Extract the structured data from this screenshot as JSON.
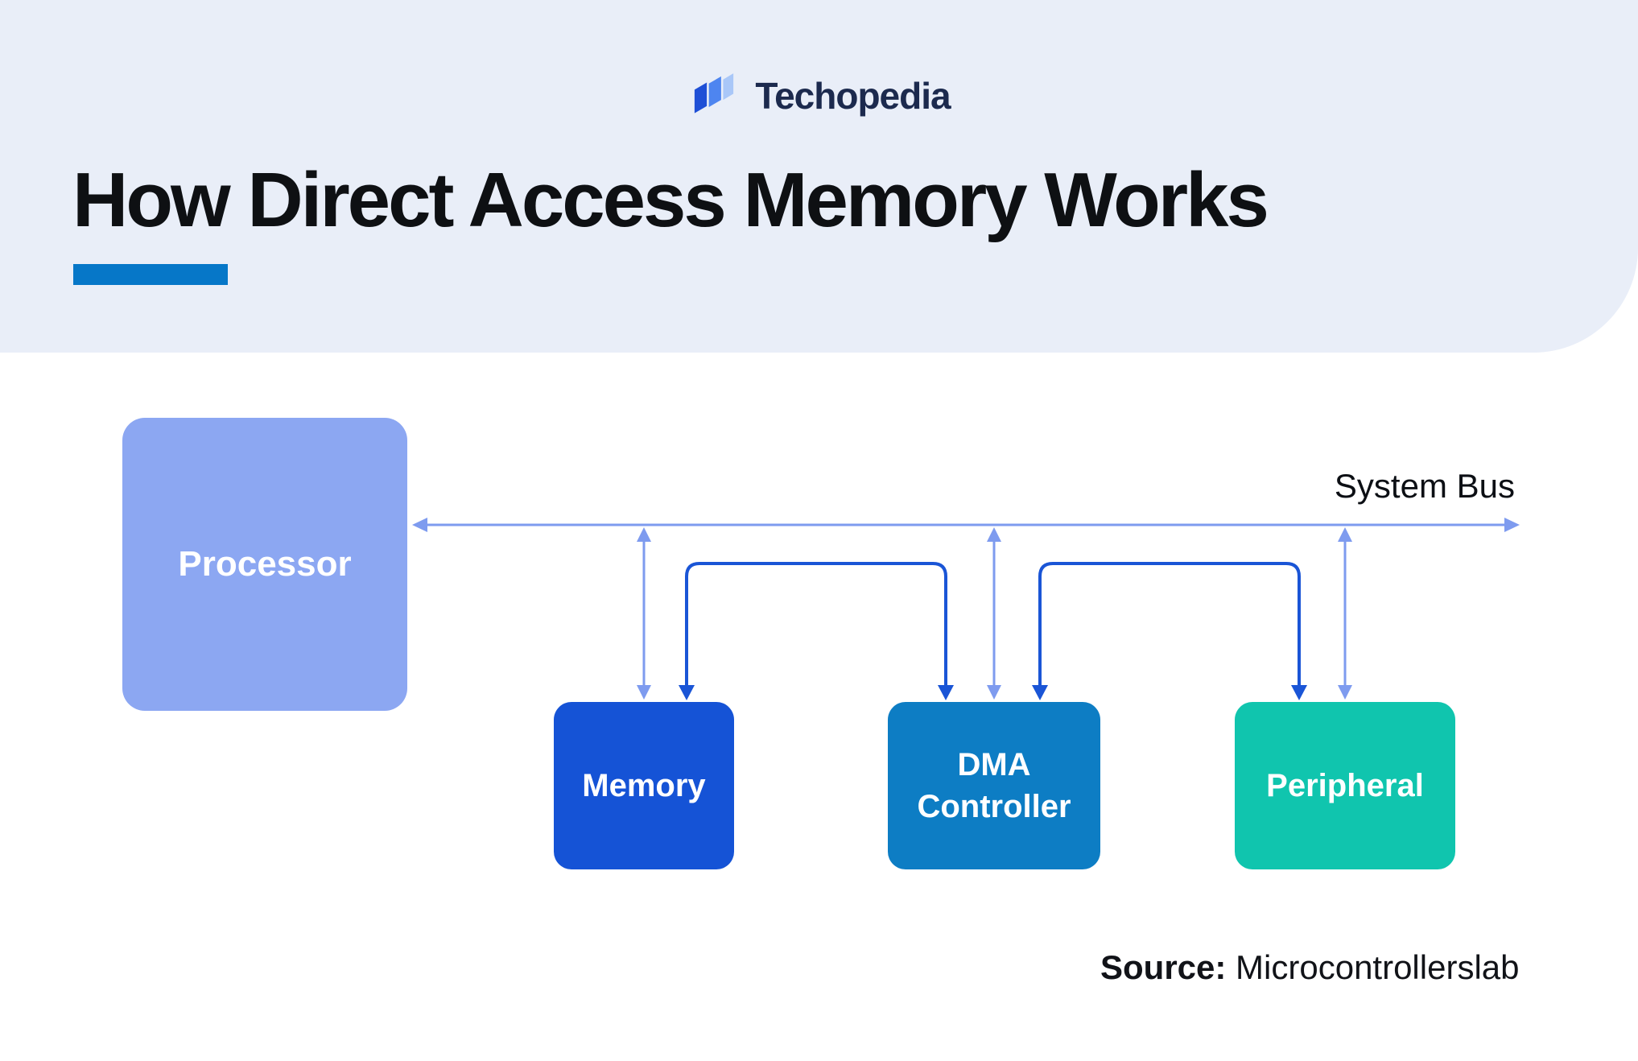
{
  "brand": {
    "name": "Techopedia",
    "logo_colors": {
      "dark": "#1E4FD6",
      "mid": "#4E85F0",
      "light": "#A9C7F8"
    }
  },
  "title": {
    "text": "How Direct Access Memory Works",
    "accent_color": "#0677C8"
  },
  "diagram": {
    "bus_label": "System Bus",
    "nodes": [
      {
        "id": "processor",
        "label": "Processor",
        "color": "#8CA7F2"
      },
      {
        "id": "memory",
        "label": "Memory",
        "color": "#1553D6"
      },
      {
        "id": "dma-controller",
        "label": "DMA Controller",
        "color": "#0D7DC4"
      },
      {
        "id": "peripheral",
        "label": "Peripheral",
        "color": "#10C5AE"
      }
    ],
    "connector_colors": {
      "system_bus": "#7E9BEF",
      "dma_transfer": "#1A55D6"
    }
  },
  "footer": {
    "source_label": "Source:",
    "source_value": " Microcontrollerslab"
  }
}
